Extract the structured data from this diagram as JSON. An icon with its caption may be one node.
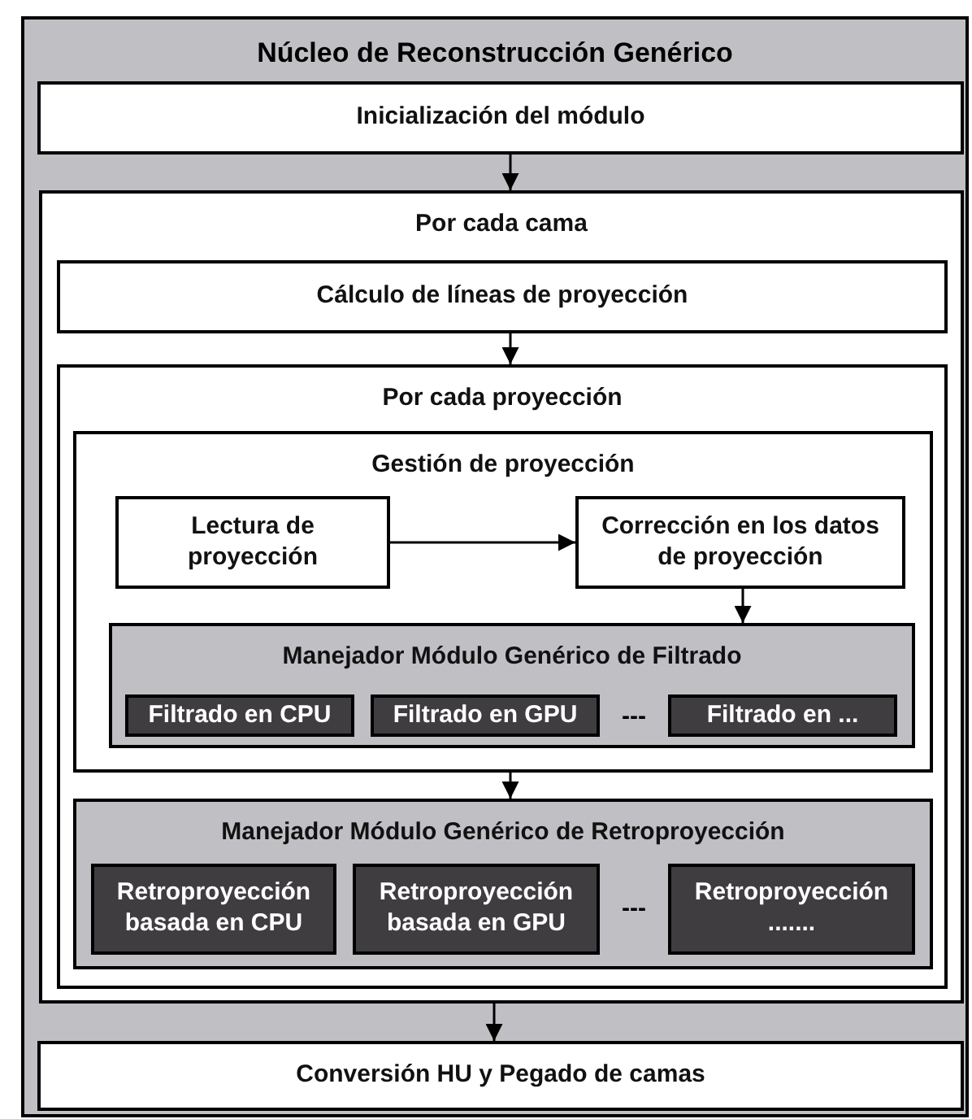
{
  "diagram": {
    "nodes": [
      {
        "text": [
          "Núcleo de Reconstrucción Genérico"
        ]
      },
      {
        "text": [
          "Inicialización del módulo"
        ],
        "in": 0
      },
      {
        "text": [
          "Por cada cama"
        ],
        "in": 0
      },
      {
        "text": [
          "Cálculo de líneas de proyección"
        ],
        "in": 2
      },
      {
        "text": [
          "Por cada proyección"
        ],
        "in": 2
      },
      {
        "text": [
          "Gestión de proyección"
        ],
        "in": 4
      },
      {
        "text": [
          "Lectura de proyección"
        ],
        "in": 5
      },
      {
        "text": [
          "Corrección en los datos de proyección"
        ],
        "in": 5
      },
      {
        "text": [
          "Manejador Módulo Genérico de Filtrado"
        ],
        "in": 5
      },
      {
        "text": [
          "Filtrado en CPU"
        ],
        "in": 8
      },
      {
        "text": [
          "Filtrado en GPU"
        ],
        "in": 8
      },
      {
        "text": [
          "Filtrado en ..."
        ],
        "in": 8
      },
      {
        "text": [
          "Manejador Módulo Genérico de Retroproyección"
        ],
        "in": 4
      },
      {
        "text": [
          "Retroproyección basada en CPU"
        ],
        "in": 12
      },
      {
        "text": [
          "Retroproyección basada en GPU"
        ],
        "in": 12
      },
      {
        "text": [
          "Retroproyección ......."
        ],
        "in": 12
      },
      {
        "text": [
          "Conversión HU y Pegado de camas"
        ],
        "in": 0
      }
    ],
    "edges": [
      {
        "from": 1,
        "to": 2,
        "arrow": "to"
      },
      {
        "from": 3,
        "to": 4,
        "arrow": "to"
      },
      {
        "from": 6,
        "to": 7,
        "arrow": "to"
      },
      {
        "from": 7,
        "to": 8,
        "arrow": "to"
      },
      {
        "from": 5,
        "to": 12,
        "arrow": "to"
      },
      {
        "from": 2,
        "to": 16,
        "arrow": "to"
      }
    ],
    "labels": [
      "---",
      "---"
    ]
  }
}
